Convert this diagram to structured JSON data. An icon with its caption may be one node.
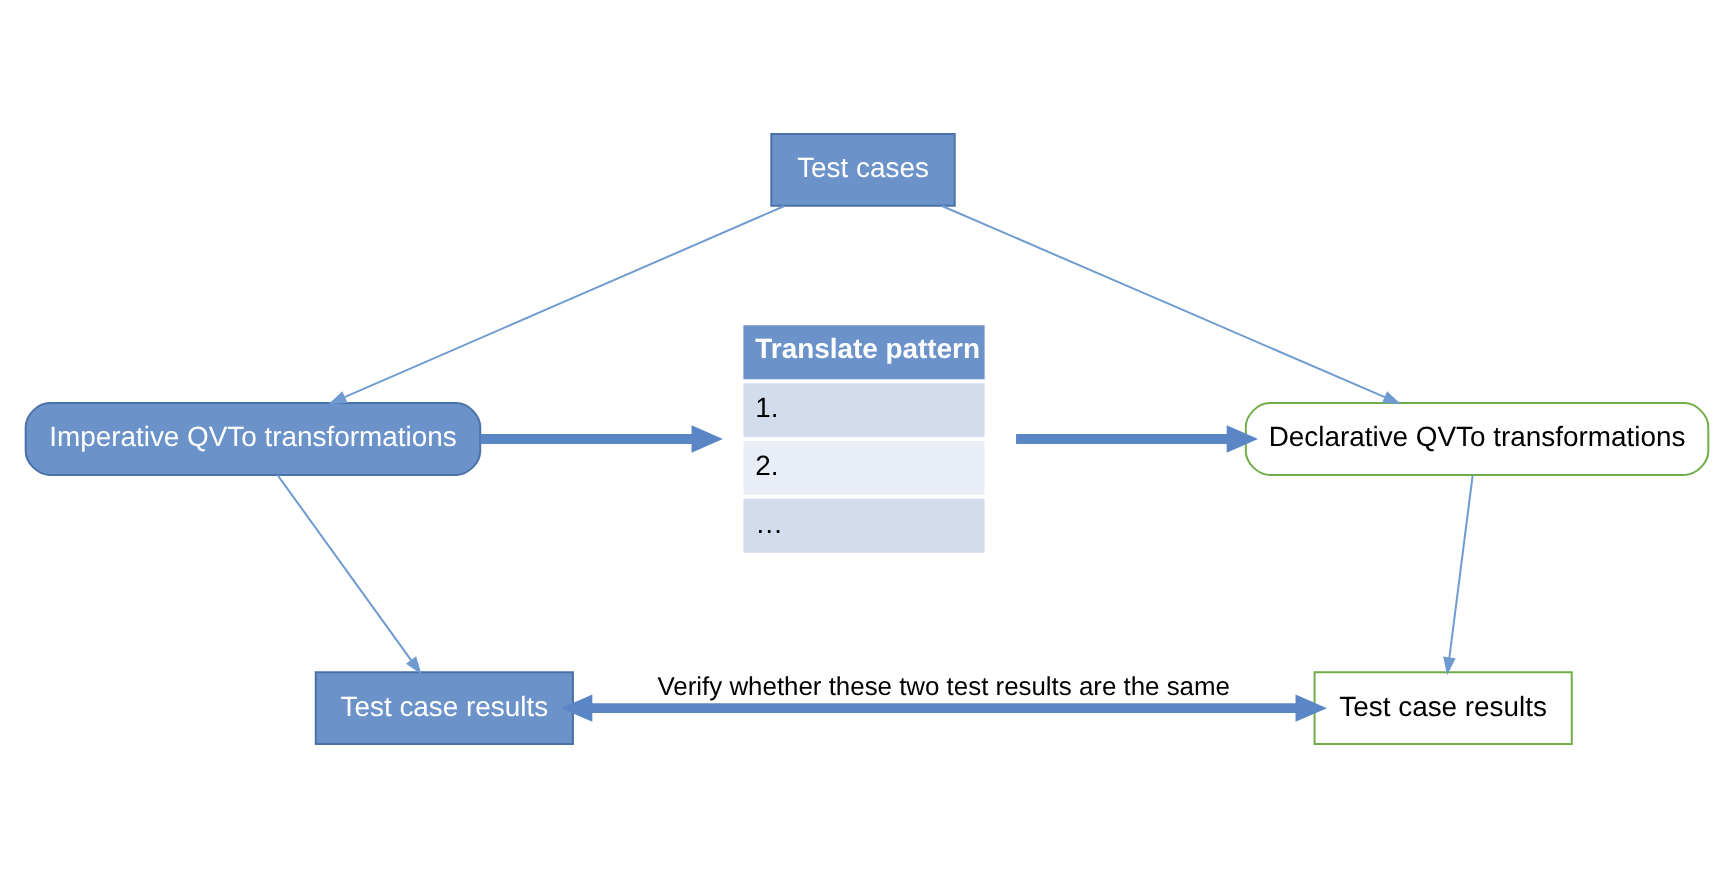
{
  "diagram": {
    "nodes": [
      {
        "text": [
          "Test cases"
        ]
      },
      {
        "text": [
          "Imperative QVTo transformations"
        ]
      },
      {
        "text": [
          "Translate pattern",
          "1.",
          "2.",
          "…"
        ]
      },
      {
        "text": [
          "Declarative QVTo transformations"
        ]
      },
      {
        "text": [
          "Test case results"
        ]
      },
      {
        "text": [
          "Test case results"
        ]
      }
    ],
    "edges": [
      {
        "from": 0,
        "to": 1,
        "arrow": "to"
      },
      {
        "from": 0,
        "to": 3,
        "arrow": "to"
      },
      {
        "from": 1,
        "to": 2,
        "arrow": "to",
        "style": "thick",
        "color": "#5a86c6"
      },
      {
        "from": 2,
        "to": 3,
        "arrow": "to",
        "style": "thick",
        "color": "#5a86c6"
      },
      {
        "from": 1,
        "to": 4,
        "arrow": "to"
      },
      {
        "from": 3,
        "to": 5,
        "arrow": "to"
      },
      {
        "from": 4,
        "to": 5,
        "arrow": "both",
        "label": "Verify whether these two test results are the same",
        "style": "thick",
        "color": "#5a86c6"
      }
    ]
  }
}
